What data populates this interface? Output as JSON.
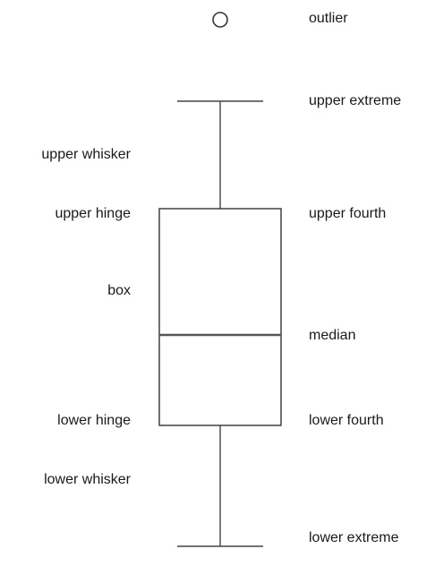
{
  "diagram": {
    "colors": {
      "stroke": "#444444",
      "median": "#555555",
      "text": "#1a1a1a",
      "background": "#ffffff"
    },
    "left_labels": {
      "upper_whisker": "upper whisker",
      "upper_hinge": "upper hinge",
      "box": "box",
      "lower_hinge": "lower hinge",
      "lower_whisker": "lower whisker"
    },
    "right_labels": {
      "outlier": "outlier",
      "upper_extreme": "upper extreme",
      "upper_fourth": "upper fourth",
      "median": "median",
      "lower_fourth": "lower fourth",
      "lower_extreme": "lower extreme"
    }
  }
}
